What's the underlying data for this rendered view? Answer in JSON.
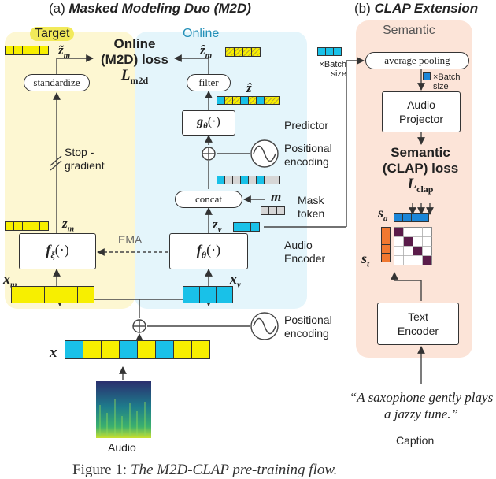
{
  "heading_a_prefix": "(a) ",
  "heading_a_title": "Masked Modeling Duo (M2D)",
  "heading_b_prefix": "(b) ",
  "heading_b_title": "CLAP Extension",
  "region_target": "Target",
  "region_online": "Online",
  "region_semantic": "Semantic",
  "box_standardize": "standardize",
  "box_filter": "filter",
  "box_concat": "concat",
  "box_avg_pool": "average pooling",
  "box_audio_projector": "Audio Projector",
  "box_text_encoder": "Text Encoder",
  "loss_m2d_text": "Online (M2D) loss",
  "loss_m2d_symbol": "L",
  "loss_m2d_sub": "m2d",
  "loss_clap_text": "Semantic (CLAP) loss",
  "loss_clap_symbol": "L",
  "loss_clap_sub": "clap",
  "lbl_predictor": "Predictor",
  "lbl_positional_encoding": "Positional encoding",
  "lbl_mask_token": "Mask token",
  "lbl_audio_encoder": "Audio Encoder",
  "lbl_stop_gradient": "Stop -gradient",
  "lbl_ema": "EMA",
  "lbl_batch_size_left": "×Batch size",
  "lbl_batch_size_right": "×Batch size",
  "lbl_audio": "Audio",
  "lbl_caption": "Caption",
  "caption_quote": "“A saxophone gently plays a jazzy tune.”",
  "sym_z_tilde_m": "z̃",
  "sym_z_hat_m": "ẑ",
  "sym_z_hat": "ẑ",
  "sym_sub_m": "m",
  "sym_sub_v": "v",
  "sym_sub_a": "a",
  "sym_sub_t": "t",
  "sym_sub_xi": "ξ",
  "sym_sub_theta": "θ",
  "sym_g": "g",
  "sym_f": "f",
  "sym_arg": "(·)",
  "sym_z": "z",
  "sym_x": "x",
  "sym_m": "m",
  "sym_s": "s",
  "figure_caption_prefix": "Figure 1: ",
  "figure_caption_italic": "The M2D-CLAP pre-training flow.",
  "colors": {
    "yellow": "#f7ef00",
    "cyan": "#19c1e8",
    "blue": "#1b86d8",
    "orange": "#f07830",
    "purple": "#5a1c4a",
    "gray": "#d6d6d6",
    "target_bg": "#fdf7d2",
    "online_bg": "#e3f5fb",
    "semantic_bg": "#fce6db"
  }
}
